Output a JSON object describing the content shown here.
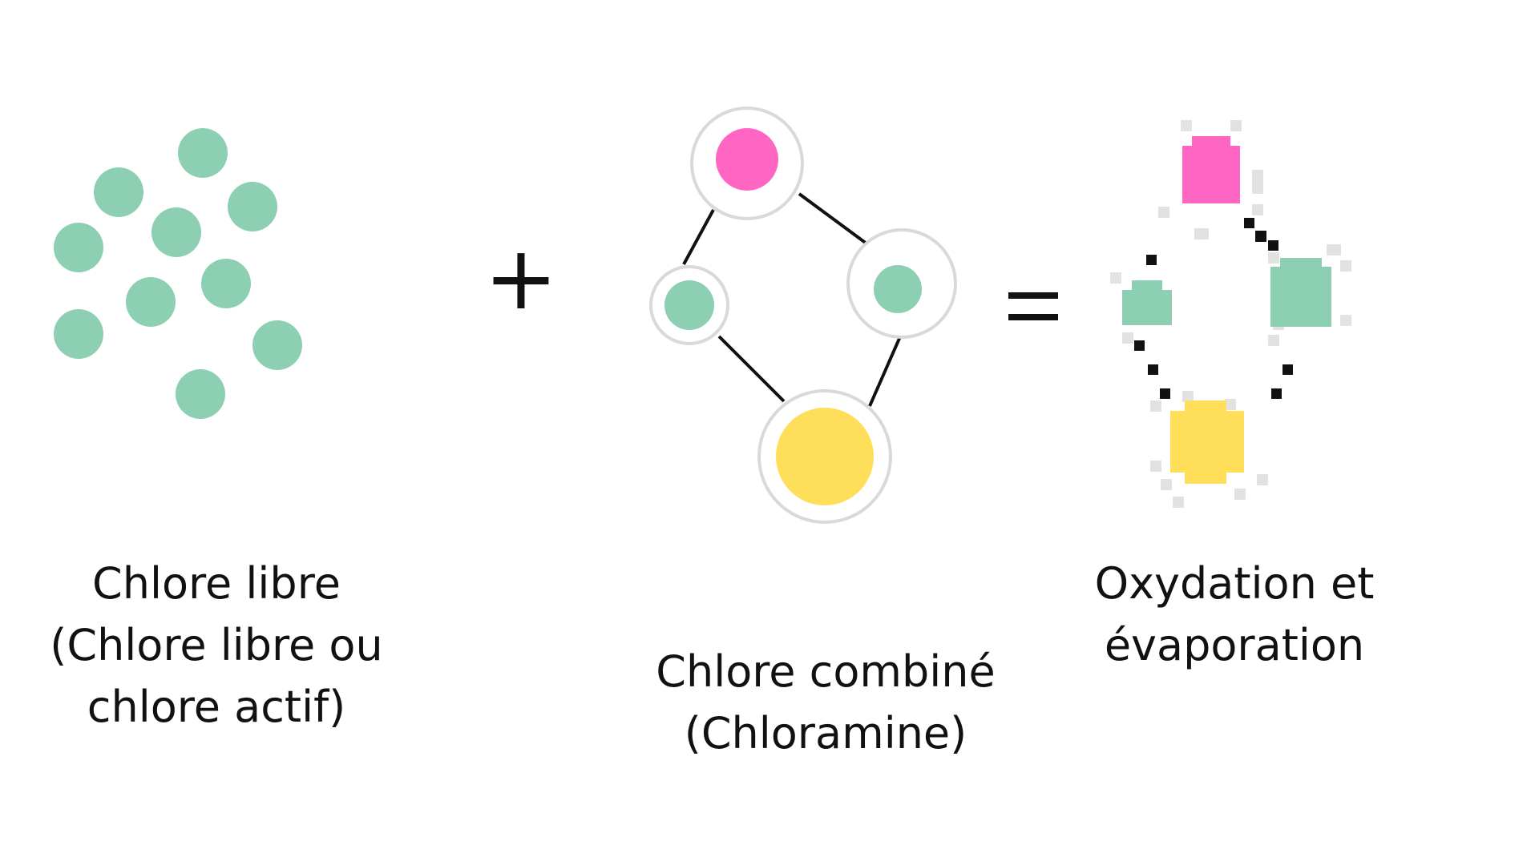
{
  "colors": {
    "background": "#ffffff",
    "chlorine_green": "#8ccfb2",
    "pink_atom": "#ff66c4",
    "yellow_atom": "#ffde59",
    "atom_ring": "#d9d9d9",
    "bond_line": "#111111",
    "text": "#111111"
  },
  "operators": {
    "plus": "+",
    "equals": "="
  },
  "captions": {
    "free_chlorine": [
      "Chlore libre",
      "(Chlore libre ou",
      "chlore actif)"
    ],
    "combined_chlorine": [
      "Chlore combiné",
      "(Chloramine)"
    ],
    "oxidation": [
      "Oxydation et",
      "évaporation"
    ]
  },
  "icons": {
    "free_chlorine": "green-dots-cluster-icon",
    "chloramine_molecule": "molecule-icon",
    "dissolving_molecule": "pixelated-molecule-icon"
  }
}
